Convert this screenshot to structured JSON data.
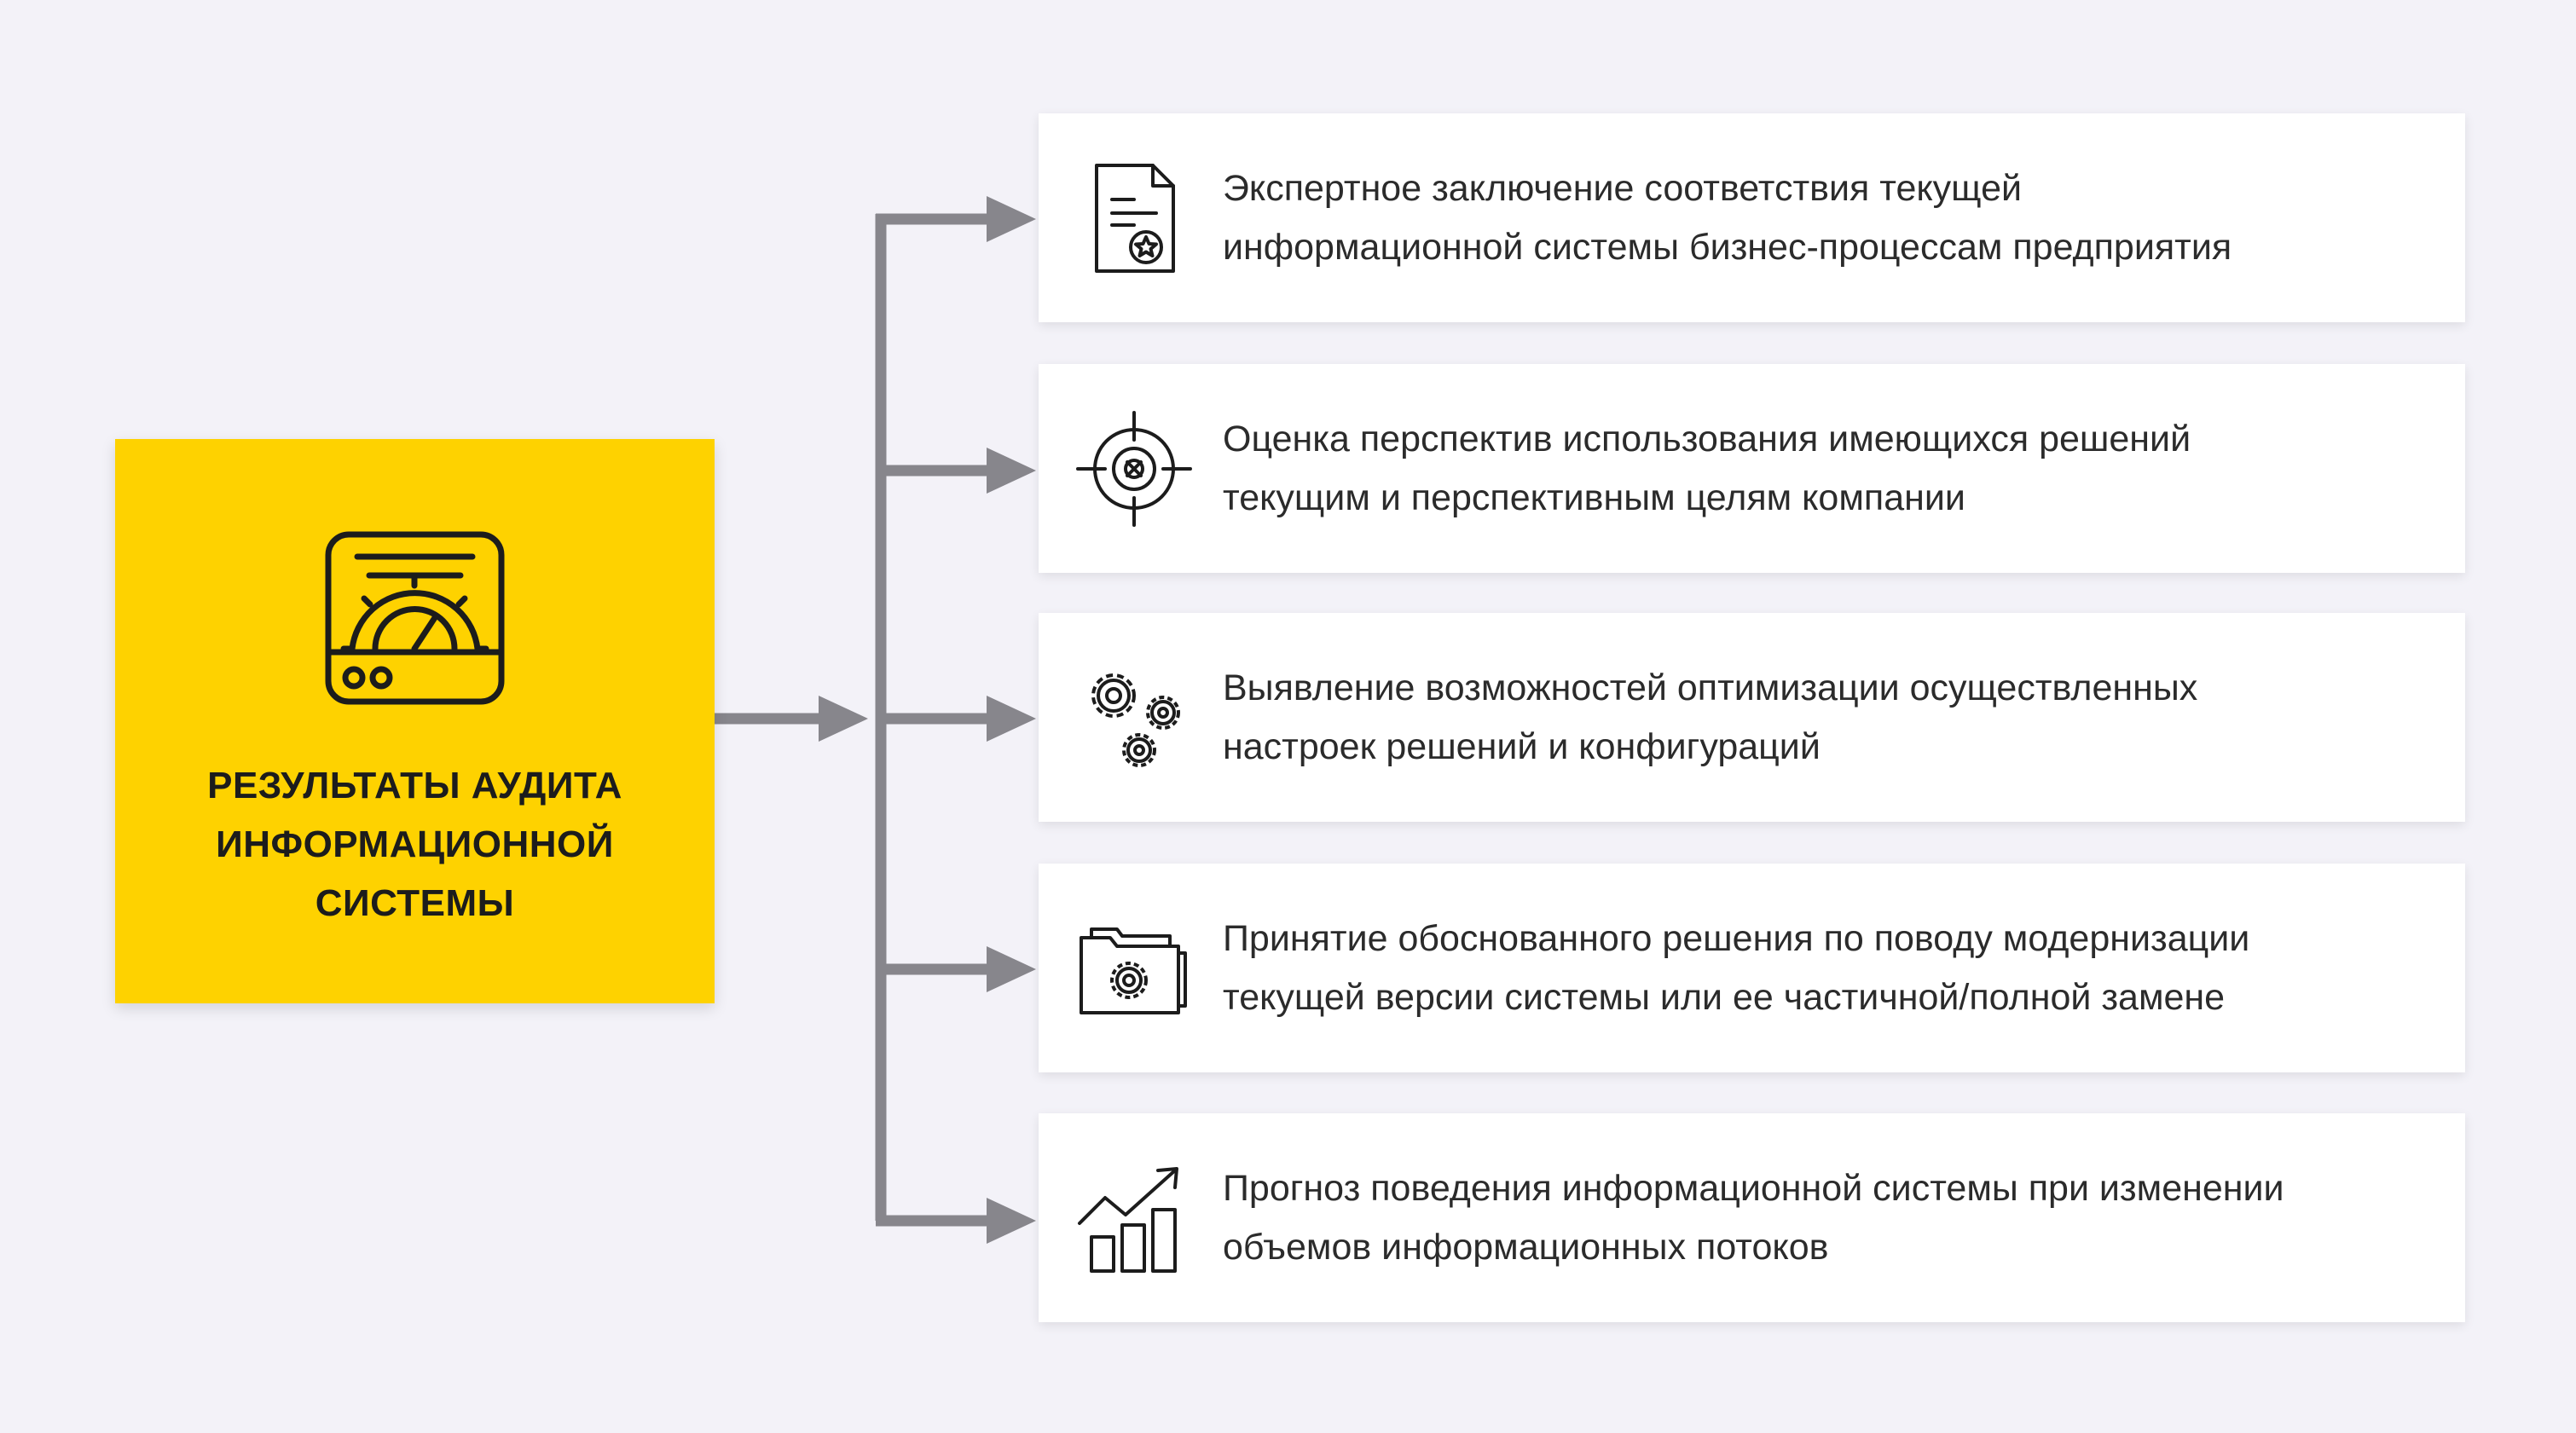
{
  "hub": {
    "icon": "gauge-panel-icon",
    "title_lines": [
      "РЕЗУЛЬТАТЫ АУДИТА",
      "ИНФОРМАЦИОННОЙ",
      "СИСТЕМЫ"
    ],
    "color": "#fed200"
  },
  "connector_color": "#87868c",
  "items": [
    {
      "icon": "certificate-document-icon",
      "lines": [
        "Экспертное заключение соответствия текущей",
        "информационной системы бизнес-процессам предприятия"
      ]
    },
    {
      "icon": "target-crosshair-icon",
      "lines": [
        "Оценка перспектив использования имеющихся решений",
        "текущим и перспективным целям компании"
      ]
    },
    {
      "icon": "gears-icon",
      "lines": [
        "Выявление возможностей оптимизации осуществленных",
        "настроек решений и конфигураций"
      ]
    },
    {
      "icon": "folder-settings-icon",
      "lines": [
        "Принятие обоснованного решения по поводу модернизации",
        "текущей версии системы или ее частичной/полной замене"
      ]
    },
    {
      "icon": "growth-chart-icon",
      "lines": [
        "Прогноз поведения информационной системы при изменении",
        "объемов информационных потоков"
      ]
    }
  ]
}
